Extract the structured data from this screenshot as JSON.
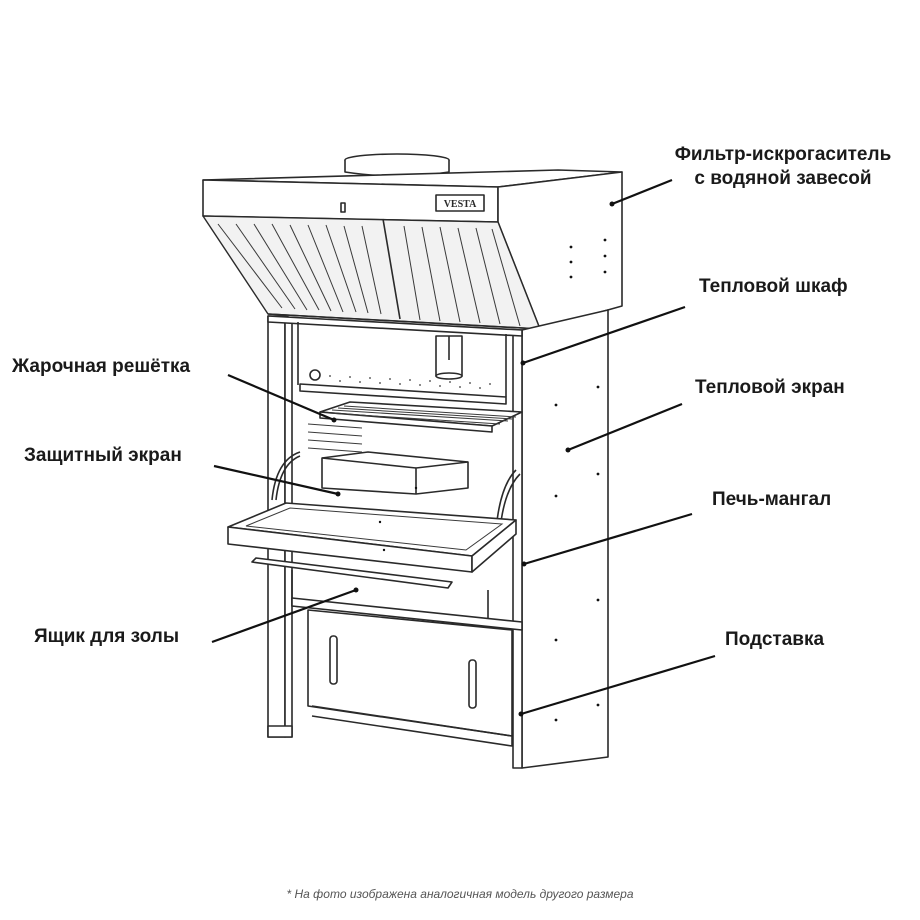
{
  "labels": {
    "filter_line1": "Фильтр-искрогаситель",
    "filter_line2": "с водяной завесой",
    "heat_cabinet": "Тепловой шкаф",
    "frying_grate": "Жарочная решётка",
    "heat_screen": "Тепловой экран",
    "protective_screen": "Защитный экран",
    "oven_brazier": "Печь-мангал",
    "ash_box": "Ящик для золы",
    "stand": "Подставка"
  },
  "brand": "VESTA",
  "footnote": "* На фото изображена аналогичная модель другого размера",
  "colors": {
    "line": "#2a2a2a",
    "text": "#1a1a1a",
    "background": "#ffffff"
  }
}
